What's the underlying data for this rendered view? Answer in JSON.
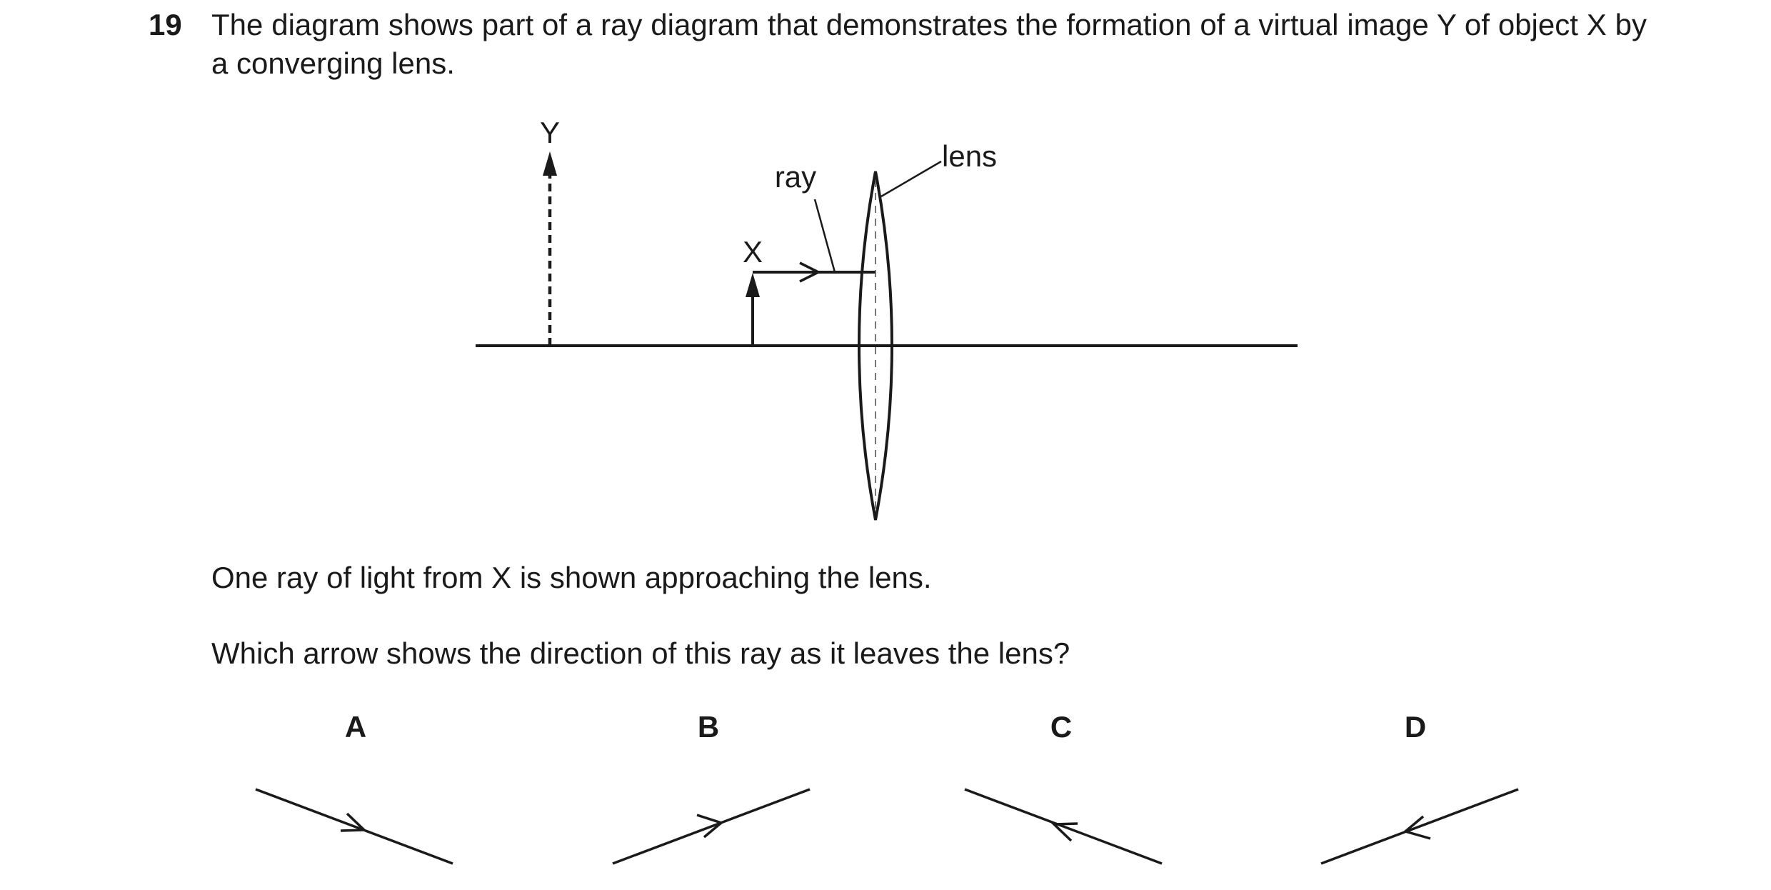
{
  "question": {
    "number": "19",
    "text": "The diagram shows part of a ray diagram that demonstrates the formation of a virtual image Y of object X by a converging lens."
  },
  "diagram": {
    "labels": {
      "image": "Y",
      "object": "X",
      "ray": "ray",
      "lens": "lens"
    }
  },
  "paragraphs": [
    "One ray of light from X is shown approaching the lens.",
    "Which arrow shows the direction of this ray as it leaves the lens?"
  ],
  "options": [
    {
      "label": "A"
    },
    {
      "label": "B"
    },
    {
      "label": "C"
    },
    {
      "label": "D"
    }
  ],
  "colors": {
    "ink": "#1a1a1a",
    "background": "#ffffff"
  }
}
